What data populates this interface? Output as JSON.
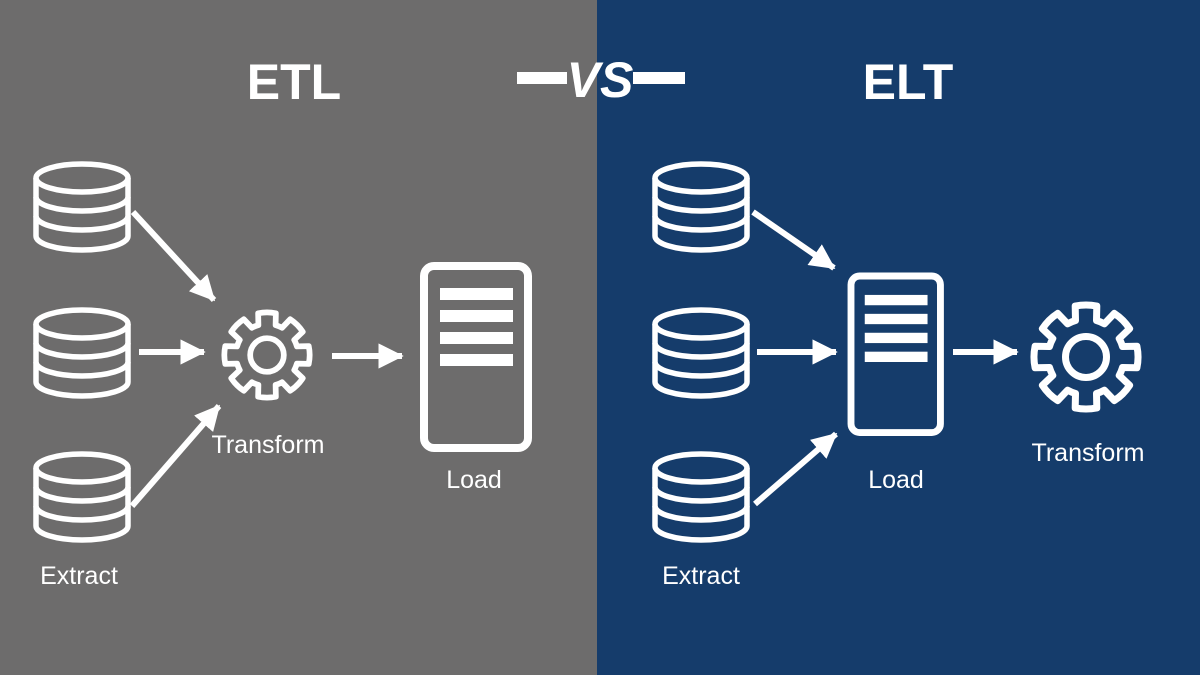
{
  "titles": {
    "left": "ETL",
    "separator": "VS",
    "right": "ELT"
  },
  "colors": {
    "left_background": "#6d6c6c",
    "right_background": "#153c6b",
    "foreground": "#ffffff"
  },
  "left_panel": {
    "title": "ETL",
    "extract_label": "Extract",
    "transform_label": "Transform",
    "load_label": "Load"
  },
  "right_panel": {
    "title": "ELT",
    "extract_label": "Extract",
    "load_label": "Load",
    "transform_label": "Transform"
  },
  "icons": {
    "source": "database-cylinder-icon",
    "transform": "gear-icon",
    "load": "server-icon",
    "connector": "arrow-icon",
    "separator_dash": "dash-icon"
  }
}
